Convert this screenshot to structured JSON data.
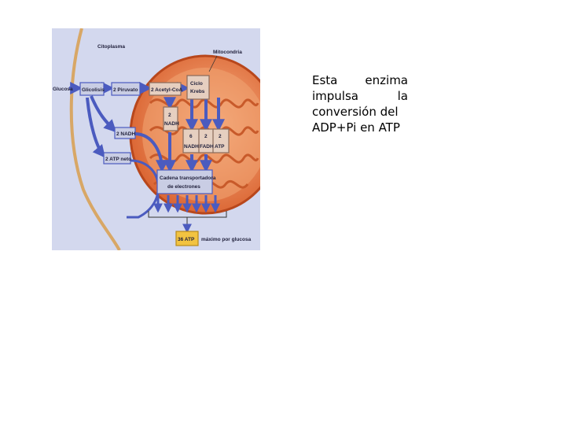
{
  "diagram": {
    "labels": {
      "citoplasma": "Citoplasma",
      "mitocondria": "Mitocondria",
      "glucosa": "Glucosa",
      "glicolisis": "Glicolisis",
      "piruvato": "2 Piruvato",
      "acetil": "2 Acetyl-CoA",
      "ciclo_1": "Ciclo",
      "ciclo_2": "Krebs",
      "nadh2_num": "2",
      "nadh2_txt": "NADH",
      "nadh_citoplasma": "2 NADH",
      "atp_neto": "2 ATP neto",
      "nadh6_num": "6",
      "nadh6_txt": "NADH",
      "fadh_num": "2",
      "fadh_txt": "FADH",
      "atp2_num": "2",
      "atp2_txt": "ATP",
      "cadena_1": "Cadena transportadora",
      "cadena_2": "de electrones",
      "atp36": "36 ATP",
      "maximo": "máximo por glucosa"
    },
    "colors": {
      "background": "#d3d8ee",
      "cytoplasm_line": "#d8a766",
      "mito_outer": "#e37b42",
      "mito_inner": "#f4a978",
      "arrow_blue": "#4b5bbf",
      "box_fill": "#c9cde4",
      "highlight": "#f2c341"
    }
  },
  "caption": {
    "line1": "Esta enzima",
    "line2": "impulsa la",
    "line3": "conversión del",
    "line4": "ADP+Pi en ATP"
  }
}
